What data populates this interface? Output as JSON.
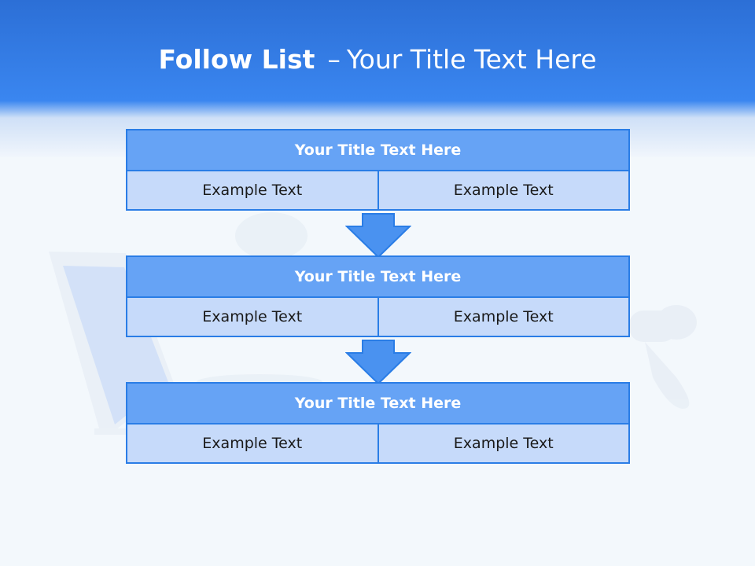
{
  "slide": {
    "title_bold": "Follow List",
    "title_sep": "–",
    "title_rest": "Your Title Text Here"
  },
  "steps": [
    {
      "title": "Your Title Text Here",
      "left": "Example Text",
      "right": "Example Text"
    },
    {
      "title": "Your Title Text Here",
      "left": "Example Text",
      "right": "Example Text"
    },
    {
      "title": "Your Title Text Here",
      "left": "Example Text",
      "right": "Example Text"
    }
  ],
  "colors": {
    "header_blue": "#3a86f0",
    "box_title_fill": "#66a3f5",
    "box_cell_fill": "#c6dafa",
    "border_blue": "#2a7de6",
    "arrow_fill": "#4a92f0"
  }
}
